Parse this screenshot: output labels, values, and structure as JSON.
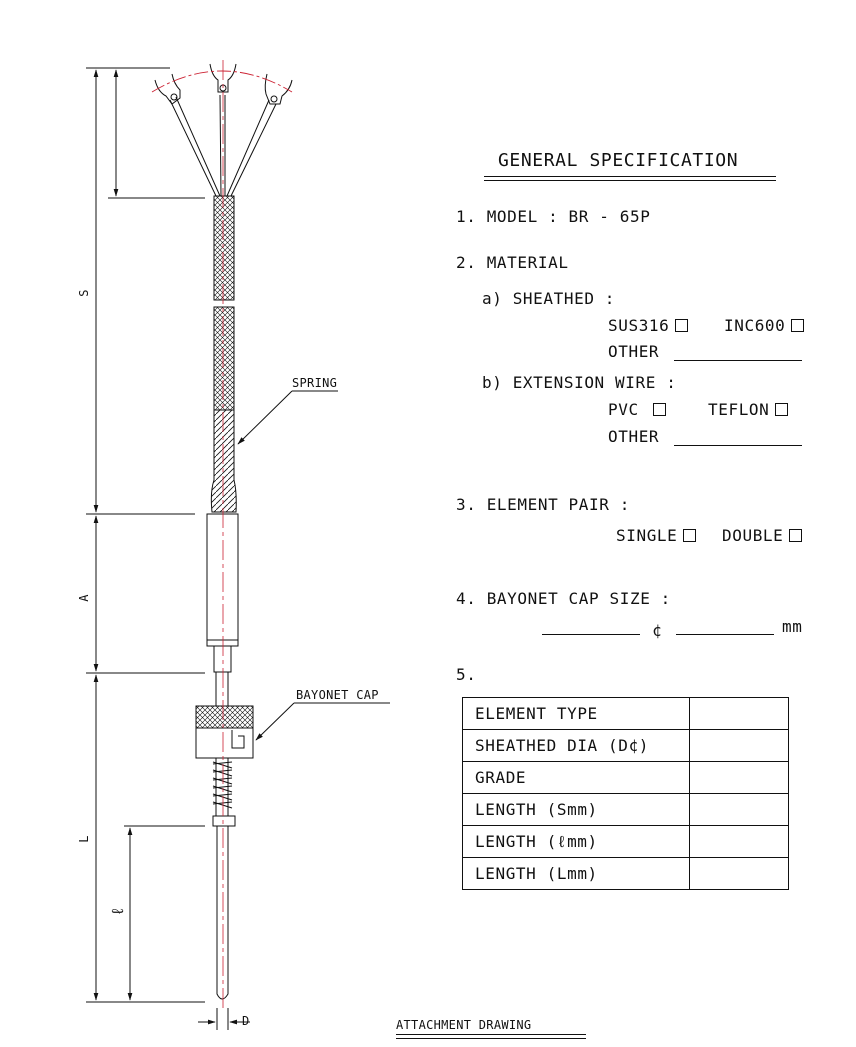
{
  "spec": {
    "title": "GENERAL SPECIFICATION",
    "model_line": "1. MODEL :  BR - 65P",
    "material_heading": "2. MATERIAL",
    "sheathed_label": "a) SHEATHED :",
    "sus316": "SUS316",
    "inc600": "INC600",
    "other1": "OTHER",
    "extension_label": "b) EXTENSION WIRE :",
    "pvc": "PVC",
    "teflon": "TEFLON",
    "other2": "OTHER",
    "element_pair_heading": "3. ELEMENT PAIR :",
    "single": "SINGLE",
    "double": "DOUBLE",
    "bayonet_heading": "4. BAYONET CAP SIZE :",
    "phi": "¢",
    "mm": "mm",
    "item5": "5."
  },
  "table": {
    "rows": [
      "ELEMENT TYPE",
      "SHEATHED DIA (D¢)",
      "GRADE",
      "LENGTH (Smm)",
      "LENGTH (ℓmm)",
      "LENGTH (Lmm)"
    ]
  },
  "drawing": {
    "spring_label": "SPRING",
    "bayonet_label": "BAYONET CAP",
    "dim_s": "S",
    "dim_a": "A",
    "dim_l": "L",
    "dim_l_small": "ℓ",
    "dim_d": "D",
    "caption": "ATTACHMENT DRAWING"
  }
}
